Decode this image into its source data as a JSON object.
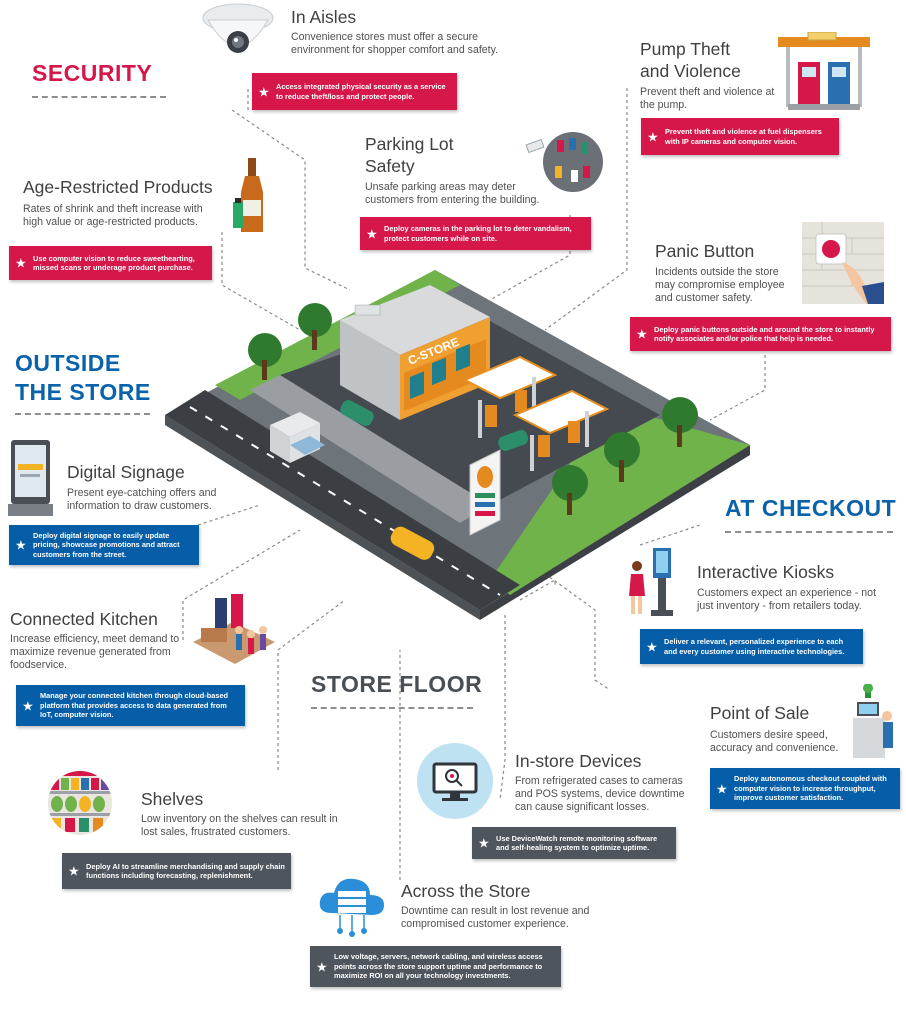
{
  "sections": {
    "security": "SECURITY",
    "outside": "OUTSIDE THE STORE",
    "outside_line1": "OUTSIDE",
    "outside_line2": "THE STORE",
    "checkout": "AT CHECKOUT",
    "floor": "STORE FLOOR"
  },
  "callouts": {
    "in_aisles": {
      "title": "In Aisles",
      "desc": "Convenience stores must offer a secure environment for shopper comfort and safety.",
      "action": "Access integrated physical security as a service to reduce theft/loss and protect people."
    },
    "pump_theft": {
      "title_l1": "Pump Theft",
      "title_l2": "and Violence",
      "desc": "Prevent theft and violence at the pump.",
      "action": "Prevent theft and violence at fuel dispensers with IP cameras and computer vision."
    },
    "parking": {
      "title_l1": "Parking Lot",
      "title_l2": "Safety",
      "desc": "Unsafe parking areas may deter customers from entering the building.",
      "action": "Deploy cameras in the parking lot to deter vandalism, protect customers while on site."
    },
    "age": {
      "title": "Age-Restricted Products",
      "desc": "Rates of shrink and theft increase with high value or age-restricted products.",
      "action": "Use computer vision to reduce sweethearting, missed scans or underage product purchase."
    },
    "panic": {
      "title": "Panic Button",
      "desc": "Incidents outside the store may compromise employee and customer safety.",
      "action": "Deploy panic buttons outside and around the store to instantly notify associates and/or police that help is needed."
    },
    "signage": {
      "title": "Digital Signage",
      "desc": "Present eye-catching offers and information to draw customers.",
      "action": "Deploy digital signage to easily update pricing, showcase promotions and attract customers from the street."
    },
    "kiosks": {
      "title": "Interactive Kiosks",
      "desc": "Customers expect an experience - not just inventory - from retailers today.",
      "action": "Deliver a relevant, personalized experience to each and every customer using interactive technologies."
    },
    "kitchen": {
      "title": "Connected Kitchen",
      "desc": "Increase efficiency, meet demand to maximize revenue generated from foodservice.",
      "action": "Manage your connected kitchen through cloud-based platform that provides access to data generated from IoT, computer vision."
    },
    "pos": {
      "title": "Point of Sale",
      "desc": "Customers desire speed, accuracy and convenience.",
      "action": "Deploy autonomous checkout coupled with computer vision to increase throughput, improve customer satisfaction."
    },
    "devices": {
      "title": "In-store Devices",
      "desc": "From refrigerated cases to cameras and POS systems, device downtime can cause significant losses.",
      "action": "Use DeviceWatch remote monitoring software and self-healing system to optimize uptime."
    },
    "shelves": {
      "title": "Shelves",
      "desc": "Low inventory on the shelves can result in lost sales, frustrated customers.",
      "action": "Deploy AI to streamline merchandising and supply chain functions including forecasting, replenishment."
    },
    "across": {
      "title": "Across the Store",
      "desc": "Downtime can result in lost revenue and compromised customer experience.",
      "action": "Low voltage, servers, network cabling, and wireless access points across the store support uptime and performance to maximize ROI on all your technology investments."
    }
  },
  "store_sign": "C-STORE",
  "icon_names": [
    "camera-dome-icon",
    "gas-station-icon",
    "parking-lot-icon",
    "bottle-icon",
    "panic-button-icon",
    "kiosk-display-icon",
    "customer-kiosk-icon",
    "kitchen-icon",
    "pos-terminal-icon",
    "monitor-icon",
    "shelves-icon",
    "cloud-server-icon"
  ],
  "colors": {
    "red": "#d5174a",
    "blue": "#065ea8",
    "gray": "#4e555d"
  },
  "star": "★"
}
